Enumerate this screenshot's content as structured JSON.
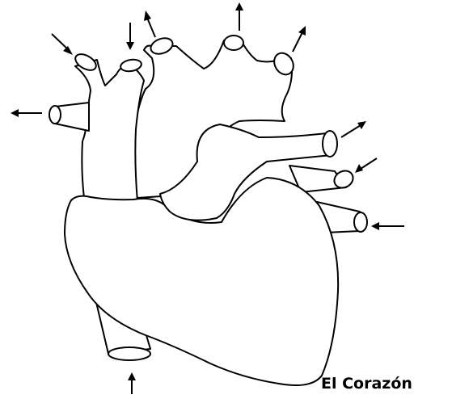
{
  "caption": "El Corazón",
  "colors": {
    "stroke": "#000000",
    "background": "#ffffff"
  },
  "arrows": [
    {
      "name": "arrow-inflow-svc-left",
      "direction": "in"
    },
    {
      "name": "arrow-inflow-svc-right",
      "direction": "in"
    },
    {
      "name": "arrow-outflow-aorta-1",
      "direction": "out"
    },
    {
      "name": "arrow-outflow-aorta-2",
      "direction": "out"
    },
    {
      "name": "arrow-outflow-aorta-3",
      "direction": "out"
    },
    {
      "name": "arrow-outflow-left-vessel",
      "direction": "out"
    },
    {
      "name": "arrow-outflow-pulmonary-artery",
      "direction": "out"
    },
    {
      "name": "arrow-inflow-pulmonary-vein-upper",
      "direction": "in"
    },
    {
      "name": "arrow-inflow-pulmonary-vein-lower",
      "direction": "in"
    },
    {
      "name": "arrow-inflow-ivc",
      "direction": "in"
    }
  ]
}
